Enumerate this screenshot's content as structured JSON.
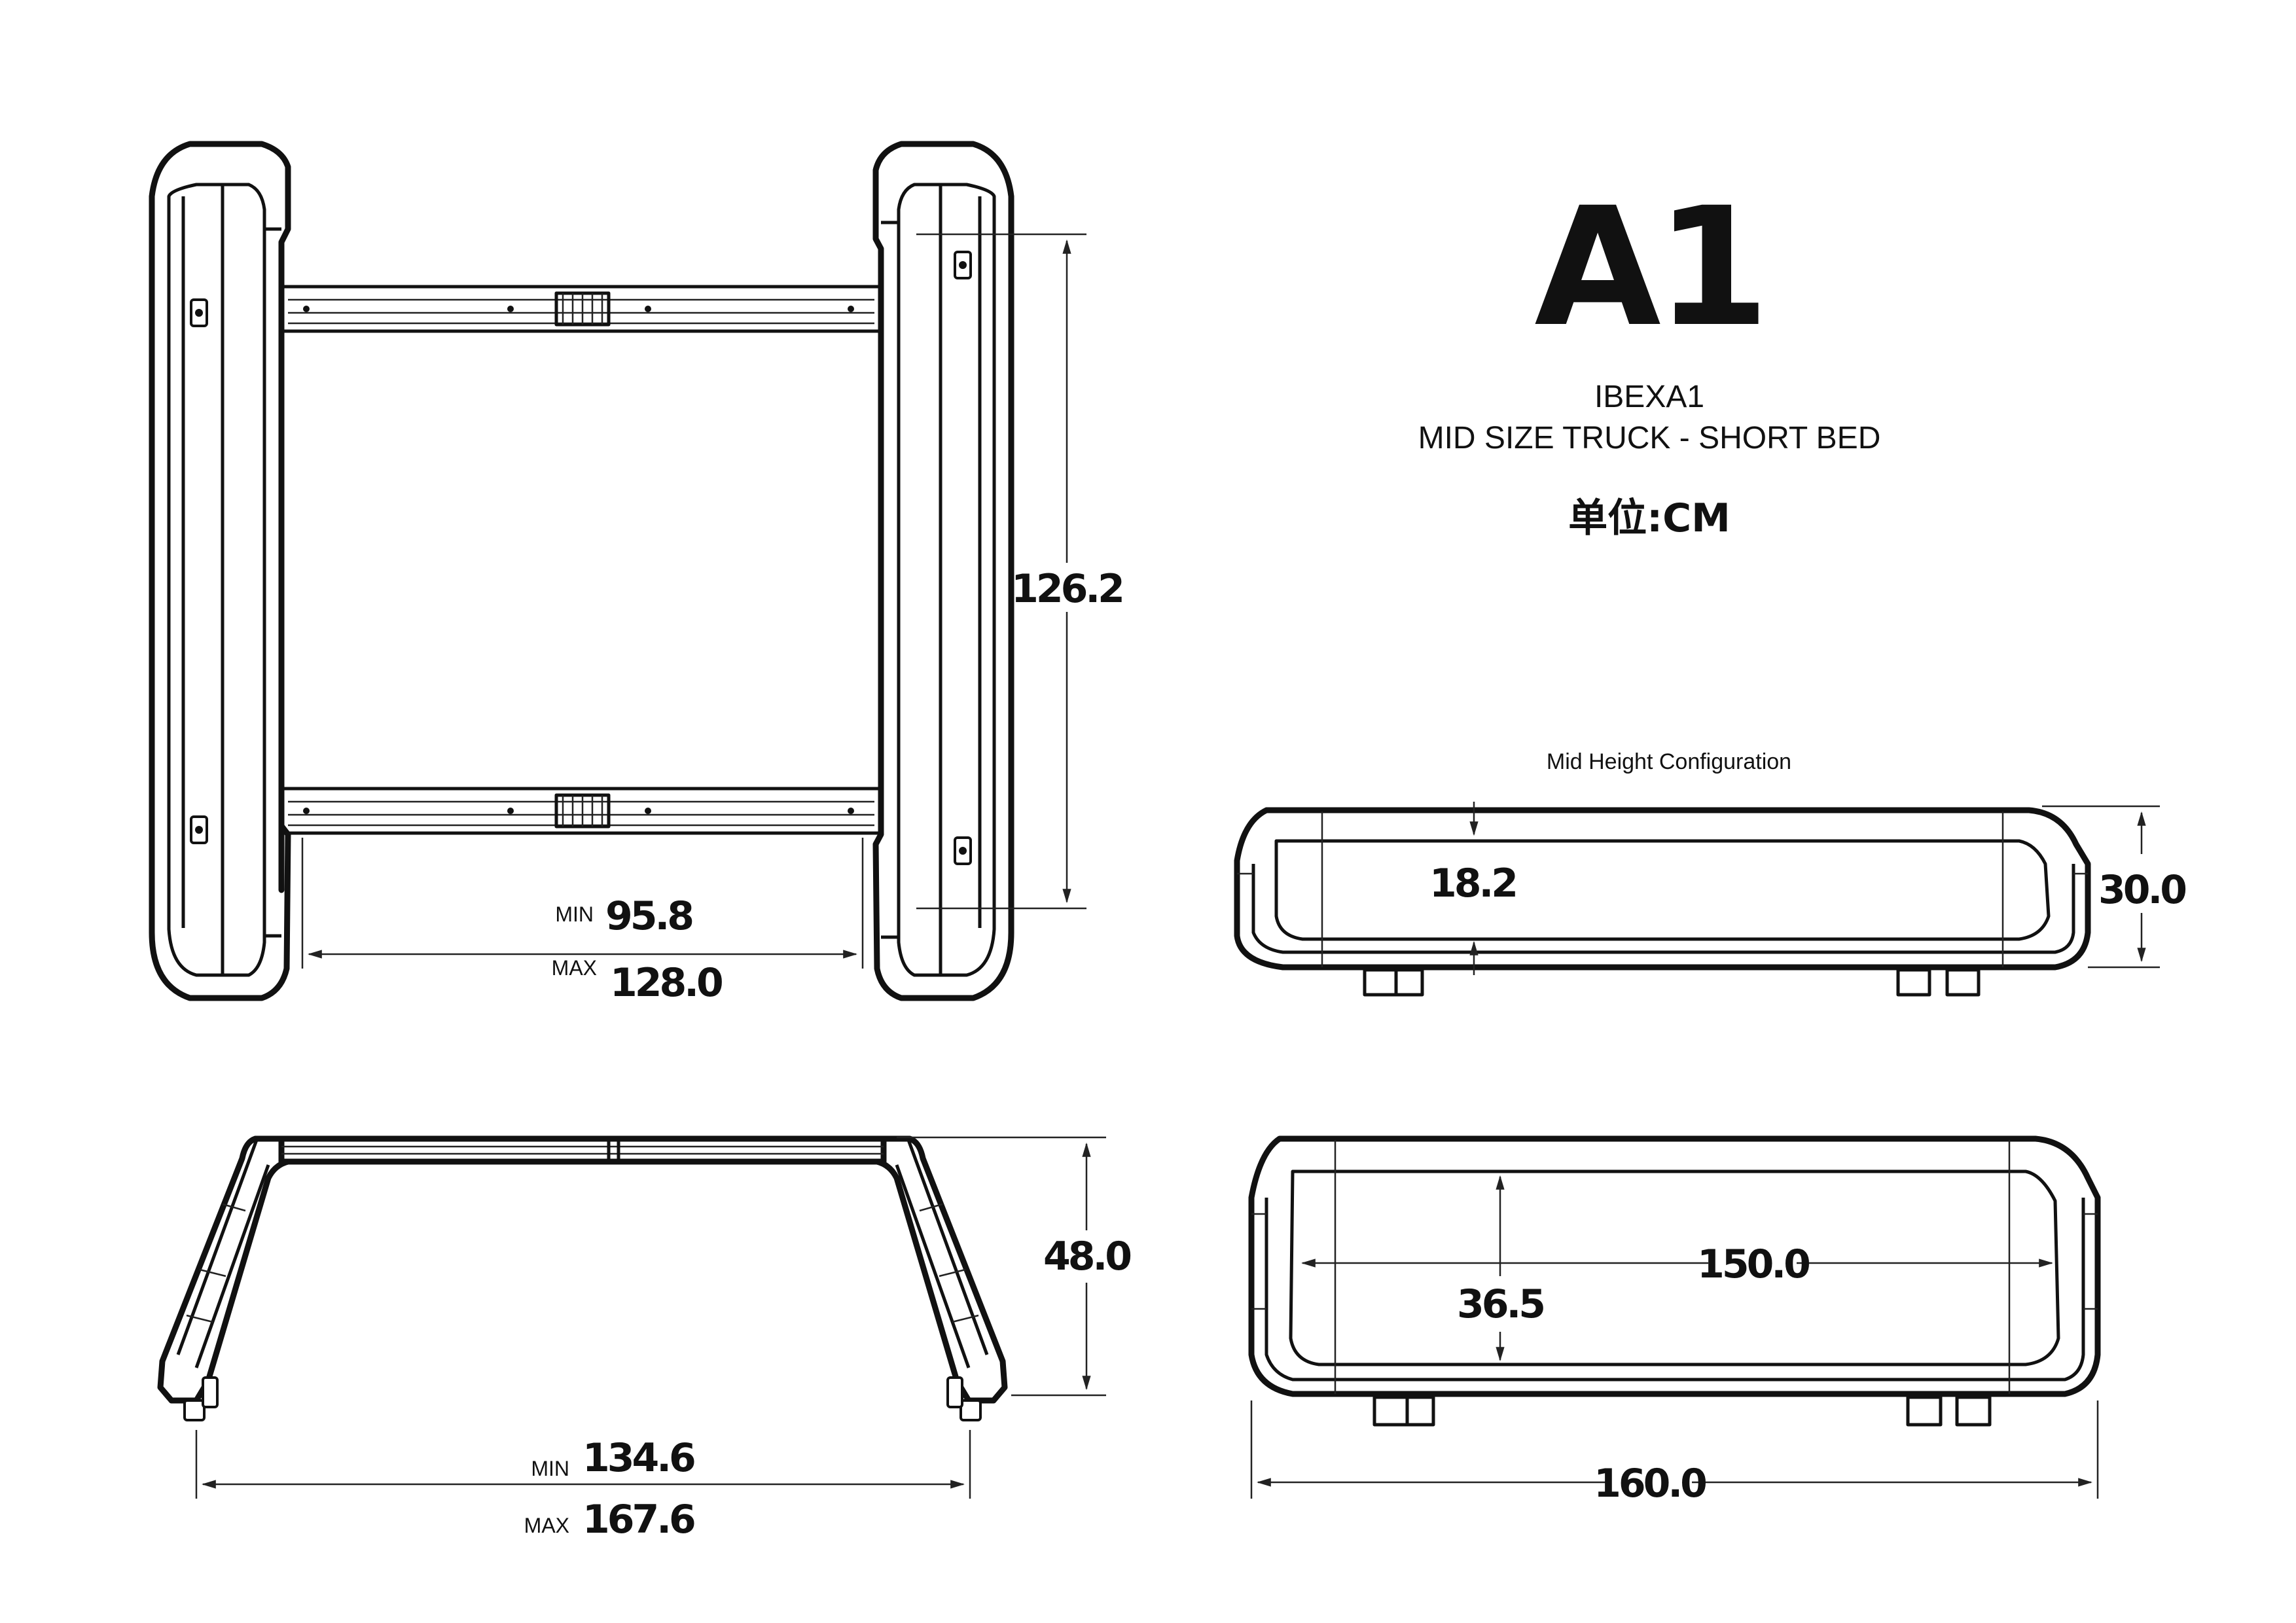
{
  "title": "A1",
  "model": "IBEXA1",
  "vehicle": "MID SIZE TRUCK - SHORT BED",
  "unit_label": "单位:CM",
  "config_label": "Mid Height Configuration",
  "top_view": {
    "depth": "126.2",
    "width_min_label": "MIN",
    "width_min": "95.8",
    "width_max_label": "MAX",
    "width_max": "128.0"
  },
  "front_view": {
    "height": "48.0",
    "width_min_label": "MIN",
    "width_min": "134.6",
    "width_max_label": "MAX",
    "width_max": "167.6"
  },
  "side_view_mid": {
    "inner_height": "18.2",
    "height": "30.0"
  },
  "side_view_full": {
    "inner_length": "150.0",
    "inner_height": "36.5",
    "length": "160.0"
  }
}
